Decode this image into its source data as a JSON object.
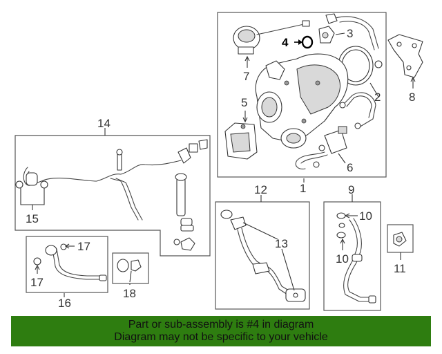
{
  "callouts": {
    "c1": "1",
    "c2": "2",
    "c3": "3",
    "c4": "4",
    "c5": "5",
    "c6": "6",
    "c7": "7",
    "c8": "8",
    "c9": "9",
    "c10a": "10",
    "c10b": "10",
    "c11": "11",
    "c12": "12",
    "c13": "13",
    "c14": "14",
    "c15": "15",
    "c16": "16",
    "c17a": "17",
    "c17b": "17",
    "c18": "18"
  },
  "highlight": {
    "callout": "4",
    "color": "#000000"
  },
  "banner": {
    "line1": "Part or sub-assembly is #4 in diagram",
    "line2": "Diagram may not be specific to your vehicle",
    "color": "#2e7d10"
  }
}
